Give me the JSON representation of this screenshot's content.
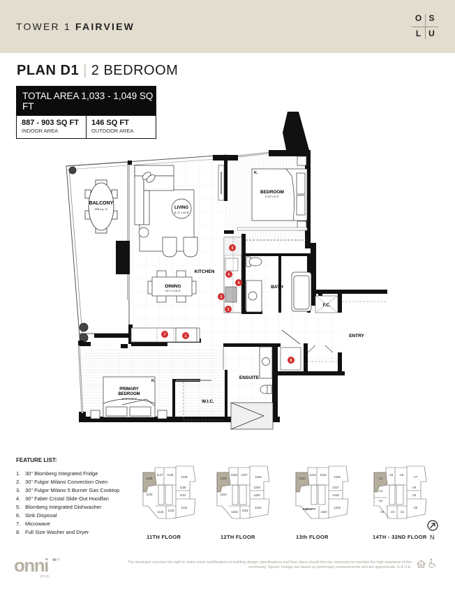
{
  "header": {
    "tower_prefix": "TOWER 1 ",
    "tower_name": "FAIRVIEW",
    "logo_letters": [
      "O",
      "S",
      "L",
      "U"
    ],
    "background_color": "#e3ddd0"
  },
  "plan": {
    "name": "PLAN D1",
    "separator": "|",
    "type": "2 BEDROOM"
  },
  "area": {
    "total": "TOTAL AREA 1,033 - 1,049 SQ FT",
    "indoor_value": "887 - 903 SQ FT",
    "indoor_label": "INDOOR AREA",
    "outdoor_value": "146 SQ FT",
    "outdoor_label": "OUTDOOR AREA"
  },
  "rooms": {
    "balcony": {
      "name": "BALCONY",
      "size": "146 s.q. f.t."
    },
    "living": {
      "name": "LIVING",
      "size": "11'-2\" x 10'-8\""
    },
    "bedroom": {
      "name": "BEDROOM",
      "size": "9'-10\" x 9'-2\""
    },
    "kitchen": {
      "name": "KITCHEN"
    },
    "dining": {
      "name": "DINING",
      "size": "13'-1\" x 13'-0\""
    },
    "bath": {
      "name": "BATH"
    },
    "fc": {
      "name": "F.C."
    },
    "entry": {
      "name": "ENTRY"
    },
    "primary_bedroom": {
      "name": "PRIMARY BEDROOM",
      "line1": "PRIMARY",
      "line2": "BEDROOM",
      "size": "10'-6\" x 10'-4\""
    },
    "wic": {
      "name": "W.I.C."
    },
    "ensuite": {
      "name": "ENSUITE"
    },
    "bed_marker": "K."
  },
  "markers": [
    "1",
    "2",
    "3",
    "4",
    "5",
    "6",
    "7",
    "8"
  ],
  "marker_color": "#d32f2f",
  "features": {
    "title": "FEATURE LIST:",
    "items": [
      {
        "n": "1.",
        "text": "30\" Blomberg Integrated Fridge"
      },
      {
        "n": "2.",
        "text": "30\" Fulgor Milano Convection Oven"
      },
      {
        "n": "3.",
        "text": "30\" Fulgor Milano 5 Burner Gas Cooktop"
      },
      {
        "n": "4.",
        "text": "30\" Faber Cristal Slide-Out Hoodfan"
      },
      {
        "n": "5.",
        "text": "Blomberg Integrated Dishwasher"
      },
      {
        "n": "6.",
        "text": "Sink Disposal"
      },
      {
        "n": "7.",
        "text": "Microwave"
      },
      {
        "n": "8.",
        "text": "Full Size Washer and Dryer"
      }
    ]
  },
  "key_plans": [
    {
      "label": "11TH FLOOR",
      "units": [
        "1126",
        "1127",
        "1128",
        "1129",
        "1125",
        "1130",
        "1131",
        "1134",
        "1133",
        "1132"
      ]
    },
    {
      "label": "12TH FLOOR",
      "units": [
        "1225",
        "1226",
        "1227",
        "1228",
        "1224",
        "1229",
        "1230",
        "1233",
        "1232",
        "1231"
      ]
    },
    {
      "label": "13th FLOOR",
      "units": [
        "1313",
        "1314",
        "1315",
        "1316",
        "AMENITY",
        "1317",
        "1318",
        "",
        "1320",
        "1319"
      ]
    },
    {
      "label": "14TH - 32ND FLOOR",
      "units": [
        "-14",
        "-15",
        "-16",
        "-17",
        "-13",
        "-18",
        "-19",
        "-23",
        "-22",
        "-21",
        "-24",
        "-20"
      ]
    }
  ],
  "key_highlight_color": "#b5ad9c",
  "north": {
    "label": "N"
  },
  "footer": {
    "logo_text": "onni",
    "logo_sub": "group",
    "disclaimer": "The developer reserves the right to make minor modifications to building design, specifications and floor plans should they be necessary to maintain the high standards of this community. Square footage are based on preliminary measurements and are approximate. E & O.E."
  }
}
